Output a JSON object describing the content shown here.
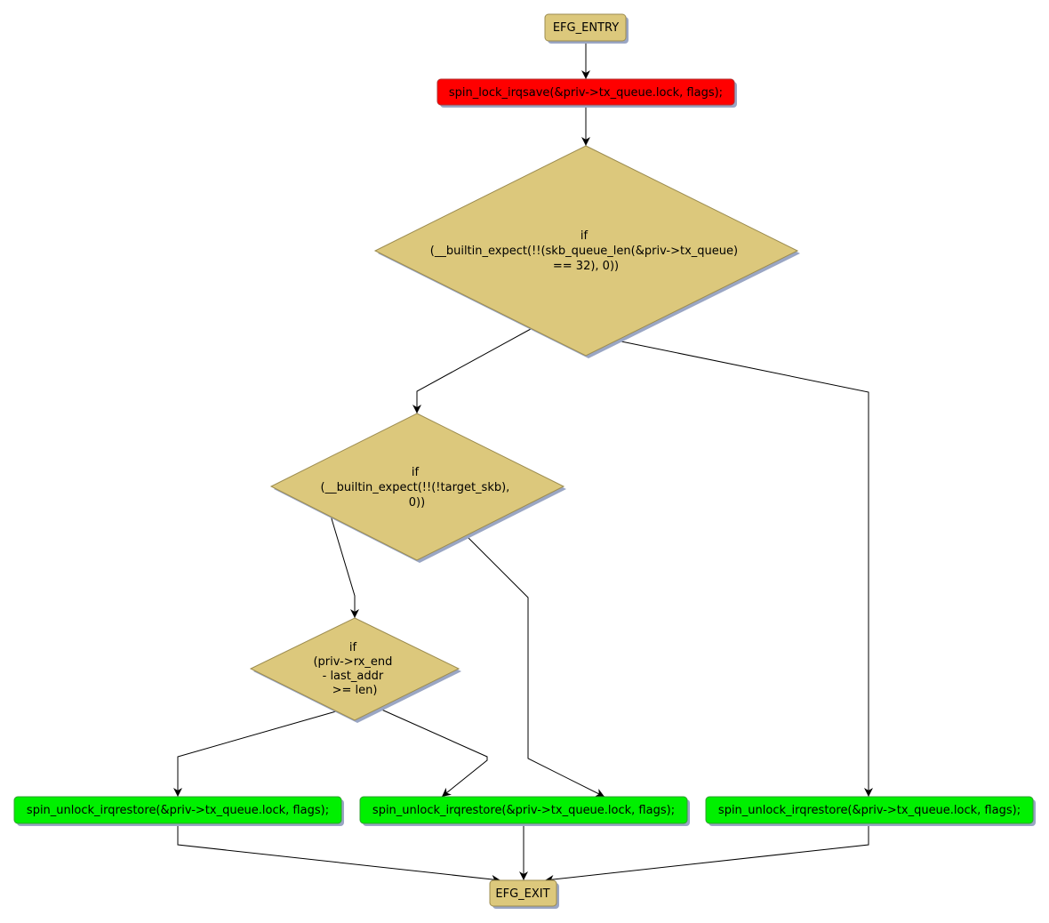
{
  "nodes": {
    "entry": "EFG_ENTRY",
    "lock": "spin_lock_irqsave(&priv->tx_queue.lock, flags);",
    "cond1": [
      "if",
      "(__builtin_expect(!!(skb_queue_len(&priv->tx_queue)",
      "== 32), 0))"
    ],
    "cond2": [
      "if",
      "(__builtin_expect(!!(!target_skb),",
      "0))"
    ],
    "cond3": [
      "if",
      "(priv->rx_end",
      "- last_addr",
      ">= len)"
    ],
    "unlock1": "spin_unlock_irqrestore(&priv->tx_queue.lock, flags);",
    "unlock2": "spin_unlock_irqrestore(&priv->tx_queue.lock, flags);",
    "unlock3": "spin_unlock_irqrestore(&priv->tx_queue.lock, flags);",
    "exit": "EFG_EXIT"
  },
  "colors": {
    "node": "#dcc87c",
    "lock": "#ff0000",
    "unlock": "#00f000"
  }
}
